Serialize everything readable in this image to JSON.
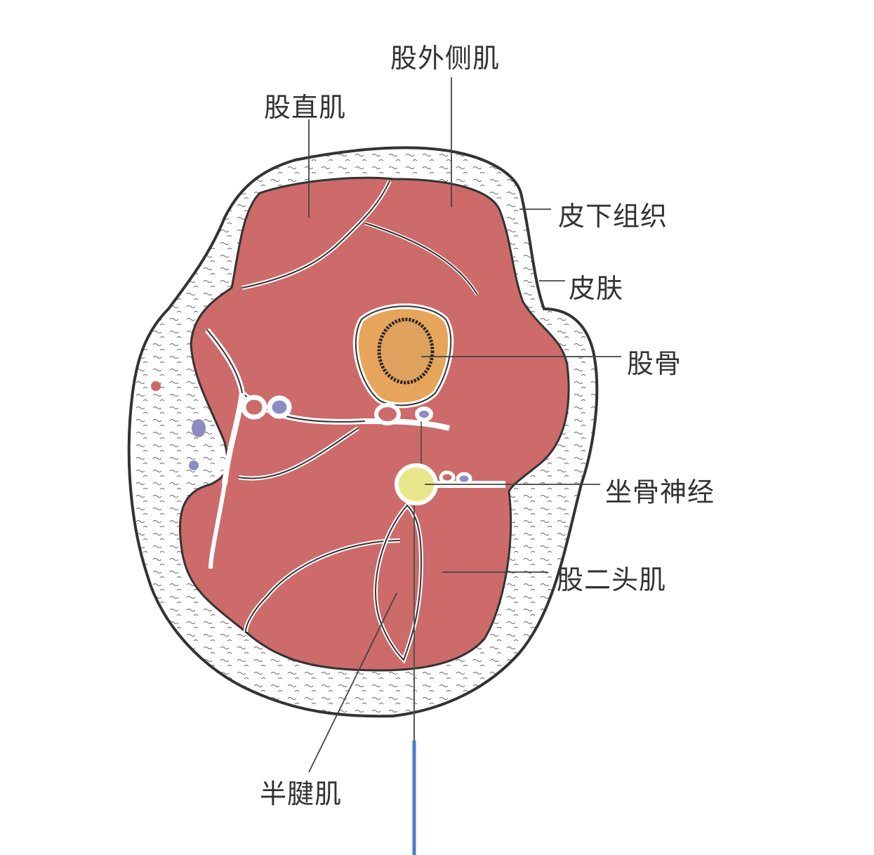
{
  "title": "大腿横断面解剖示意图",
  "labels": {
    "vastus_lateralis": "股外侧肌",
    "rectus_femoris": "股直肌",
    "subcutaneous": "皮下组织",
    "skin": "皮肤",
    "femur": "股骨",
    "sciatic_nerve": "坐骨神经",
    "biceps_femoris": "股二头肌",
    "semitendinosus": "半腱肌"
  },
  "colors": {
    "muscle": "#cd6a6a",
    "bone": "#e6a55a",
    "marrow": "#d99a55",
    "nerve": "#e8e88a",
    "vein": "#8c8cc0",
    "artery": "#cd6a6a",
    "needle": "#4a7fc8",
    "line": "#444444"
  }
}
